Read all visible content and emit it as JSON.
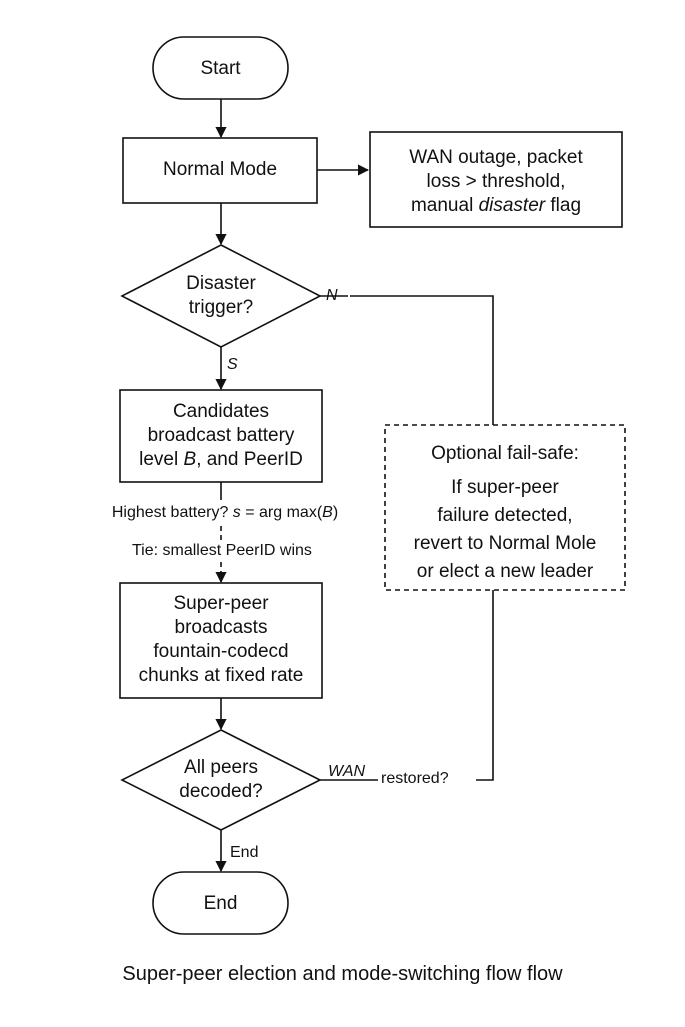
{
  "colors": {
    "stroke": "#111111",
    "text": "#111111",
    "background": "#ffffff"
  },
  "nodes": {
    "start": "Start",
    "normal_mode": "Normal Mode",
    "triggers": {
      "line1": "WAN outage, packet",
      "line2": "loss > threshold,",
      "line3_a": "manual ",
      "line3_b": "disaster",
      "line3_c": " flag"
    },
    "decision_disaster": {
      "line1": "Disaster",
      "line2": "trigger?"
    },
    "candidates": {
      "line1": "Candidates",
      "line2": "broadcast battery",
      "line3_a": "level ",
      "line3_b": "B",
      "line3_c": ", and PeerID"
    },
    "super_peer": {
      "line1": "Super-peer",
      "line2": "broadcasts",
      "line3": "fountain-codecd",
      "line4": "chunks at fixed rate"
    },
    "decision_decoded": {
      "line1": "All peers",
      "line2": "decoded?"
    },
    "end": "End",
    "failsafe": {
      "line1": "Optional fail-safe:",
      "line2": "If super-peer",
      "line3": "failure detected,",
      "line4": "revert to Normal Mole",
      "line5": "or elect a new leader"
    }
  },
  "edges": {
    "no": "N",
    "yes": "S",
    "election_a": "Highest battery? ",
    "election_b": "s",
    "election_c": " = arg max(",
    "election_d": "B",
    "election_e": ")",
    "tie": "Tie: smallest PeerID wins",
    "wan": "WAN",
    "restored": "restored?",
    "end": "End"
  },
  "caption": "Super-peer  election and mode-switching flow flow"
}
